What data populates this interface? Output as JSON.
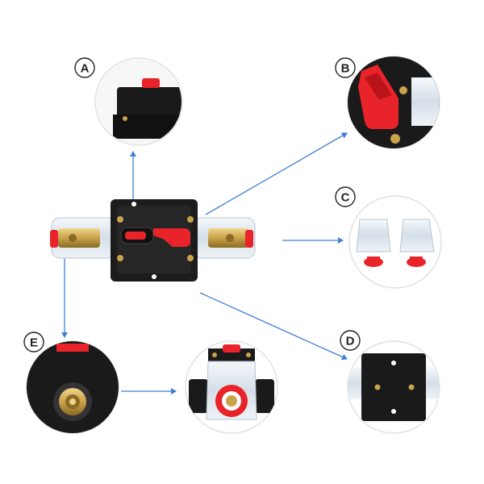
{
  "callouts": {
    "a": "A",
    "b": "B",
    "c": "C",
    "d": "D",
    "e": "E"
  },
  "colors": {
    "arrow": "#3f7fd6",
    "red": "#e8242a",
    "dark_red": "#b81419",
    "black_body": "#1c1c1c",
    "brass": "#c9a24a",
    "clear_plastic": "#dfe7ef",
    "circle_border": "#e2e2e2"
  }
}
